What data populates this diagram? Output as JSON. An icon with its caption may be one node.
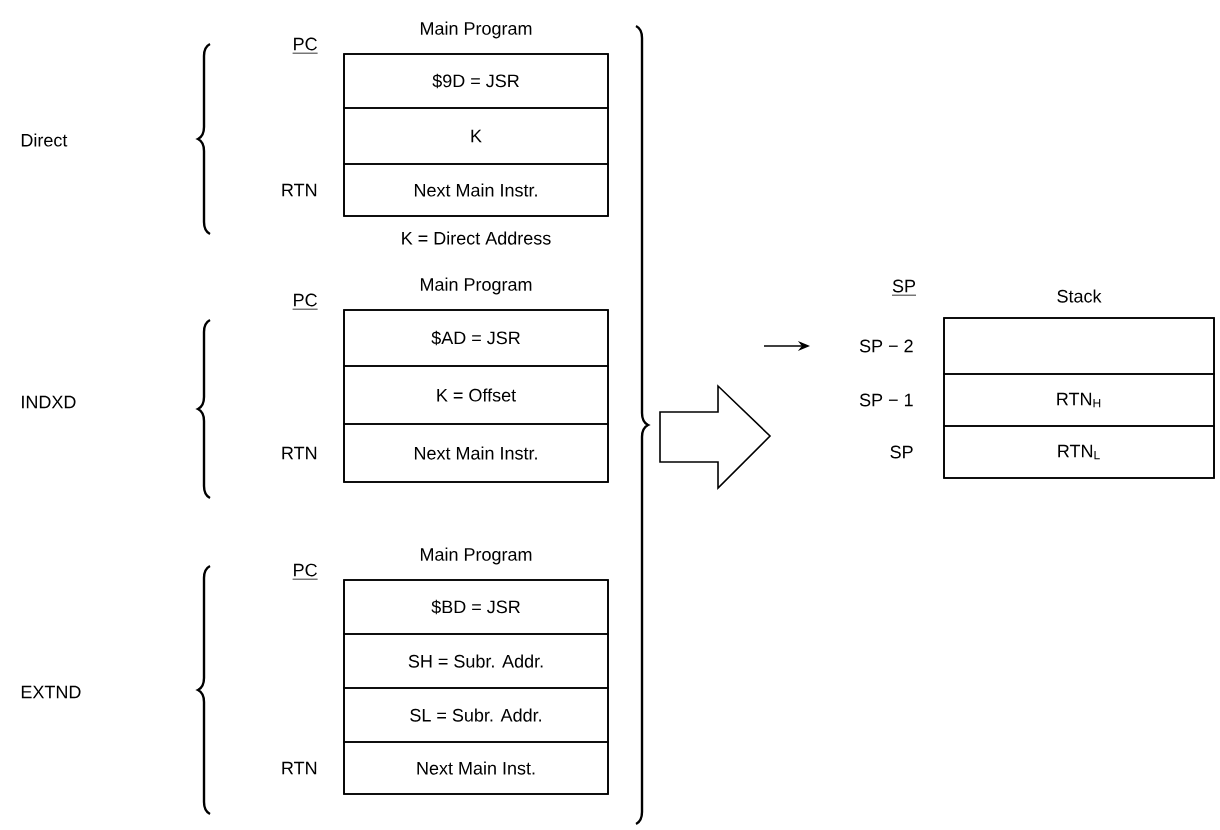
{
  "diagram": {
    "nodes": [
      {
        "text": [
          "Main Program"
        ],
        "beside": [
          "K = Direct Address"
        ]
      },
      {
        "text": [
          "$9D = JSR"
        ],
        "in": 0,
        "beside": [
          "PC"
        ]
      },
      {
        "text": [
          "K"
        ],
        "in": 0
      },
      {
        "text": [
          "Next Main Instr."
        ],
        "in": 0,
        "beside": [
          "RTN"
        ]
      },
      {
        "text": [
          "Main Program"
        ]
      },
      {
        "text": [
          "$AD = JSR"
        ],
        "in": 4,
        "beside": [
          "PC"
        ]
      },
      {
        "text": [
          "K = Offset"
        ],
        "in": 4
      },
      {
        "text": [
          "Next Main Instr."
        ],
        "in": 4,
        "beside": [
          "RTN"
        ]
      },
      {
        "text": [
          "Main Program"
        ]
      },
      {
        "text": [
          "$BD = JSR"
        ],
        "in": 8,
        "beside": [
          "PC"
        ]
      },
      {
        "text": [
          "SH = Subr. Addr."
        ],
        "in": 8
      },
      {
        "text": [
          "SL = Subr. Addr."
        ],
        "in": 8
      },
      {
        "text": [
          "Next Main Inst."
        ],
        "in": 8,
        "beside": [
          "RTN"
        ]
      },
      {
        "text": [
          "Stack"
        ],
        "beside": [
          "SP"
        ]
      },
      {
        "text": [],
        "shape": "box",
        "in": 13,
        "beside": [
          "SP − 2"
        ]
      },
      {
        "text": [
          "RTN$_{H}$"
        ],
        "in": 13,
        "beside": [
          "SP − 1"
        ]
      },
      {
        "text": [
          "RTN$_{L}$"
        ],
        "in": 13,
        "beside": [
          "SP"
        ]
      }
    ],
    "labels": [
      "Direct",
      "INDXD",
      "EXTND"
    ]
  }
}
